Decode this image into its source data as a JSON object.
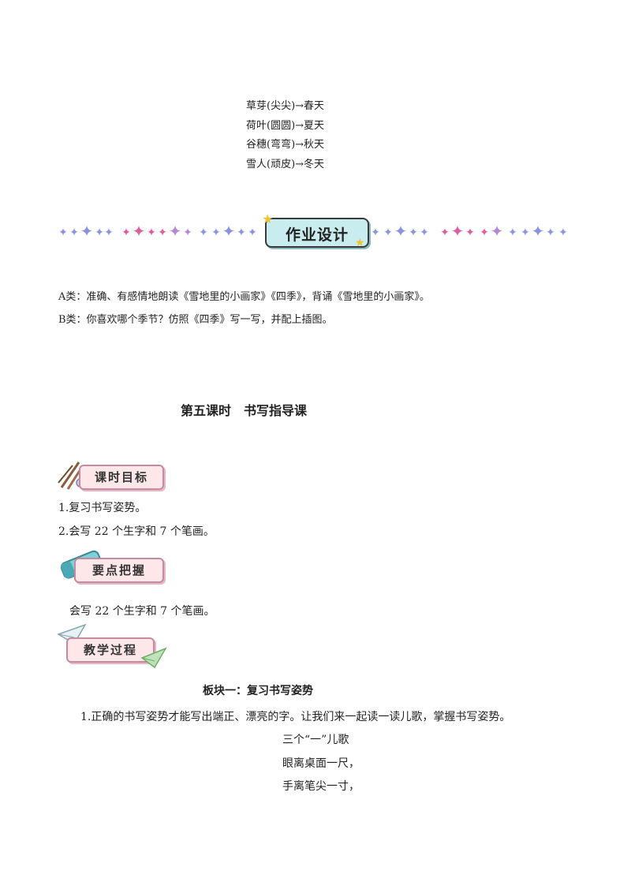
{
  "season_list": [
    "草芽(尖尖)→春天",
    "荷叶(圆圆)→夏天",
    "谷穗(弯弯)→秋天",
    "雪人(顽皮)→冬天"
  ],
  "banner": {
    "title": "作业设计"
  },
  "homework": {
    "a": "A类：准确、有感情地朗读《雪地里的小画家》《四季》，背诵《雪地里的小画家》。",
    "b": "B类：你喜欢哪个季节？仿照《四季》写一写，并配上插图。"
  },
  "lesson_title": "第五课时　书写指导课",
  "goals": {
    "badge": "课时目标",
    "items": [
      "1.复习书写姿势。",
      "2.会写 22 个生字和 7 个笔画。"
    ]
  },
  "key_points": {
    "badge": "要点把握",
    "text": "会写 22 个生字和 7 个笔画。"
  },
  "process": {
    "badge": "教学过程",
    "block_title": "板块一：复习书写姿势",
    "para": "1.正确的书写姿势才能写出端正、漂亮的字。让我们来一起读一读儿歌，掌握书写姿势。",
    "poem": [
      "三个“一”儿歌",
      "眼离桌面一尺，",
      "手离笔尖一寸，"
    ]
  },
  "colors": {
    "sparkle_blue": "#8a93e0",
    "sparkle_pink": "#e25aa0",
    "plaque": "#c9ecef",
    "badge": "#fde7e9"
  }
}
